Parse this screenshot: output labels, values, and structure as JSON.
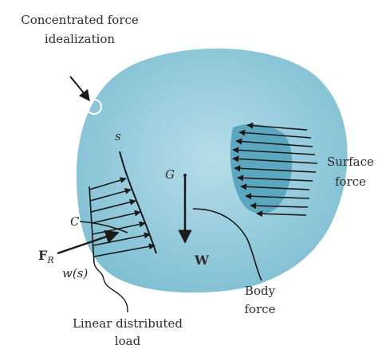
{
  "labels": {
    "concentrated_line1": "Concentrated force",
    "concentrated_line2": "idealization",
    "point_s": "s",
    "point_g": "G",
    "point_c": "C",
    "force_fr_main": "F",
    "force_fr_sub": "R",
    "load_ws": "w(s)",
    "weight_w": "W",
    "surface_line1": "Surface",
    "surface_line2": "force",
    "body_line1": "Body",
    "body_line2": "force",
    "linear_line1": "Linear distributed",
    "linear_line2": "load"
  },
  "colors": {
    "body_fill": "#86c3d6",
    "body_fill_light": "#a8d6e3",
    "surface_patch": "#5aa7bf",
    "ink": "#1a1a1a"
  }
}
